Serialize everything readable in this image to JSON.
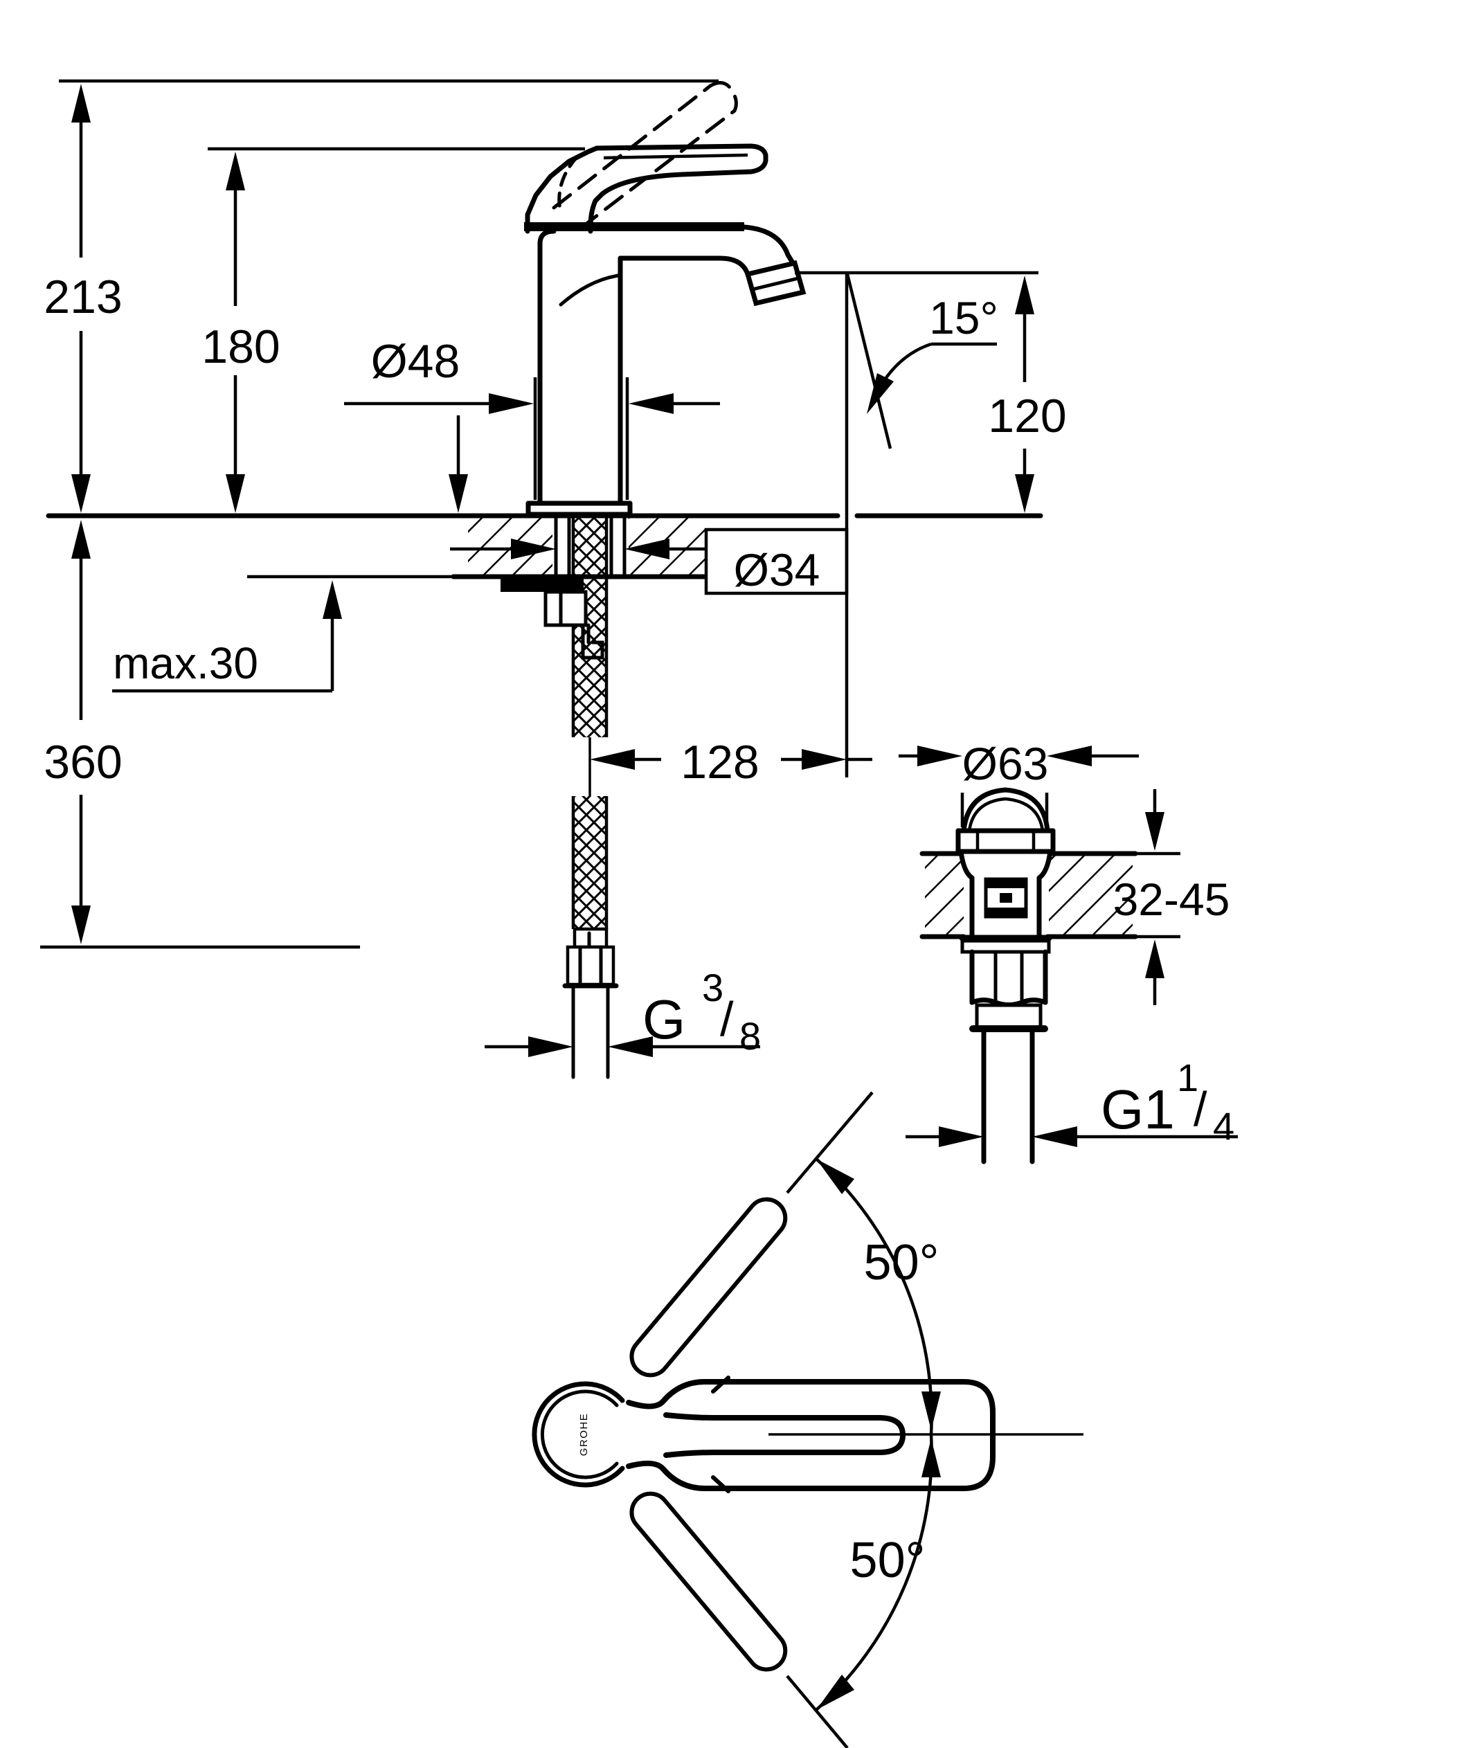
{
  "page": {
    "background": "#ffffff",
    "line_color": "#000000"
  },
  "side_view": {
    "name": "basin-mixer-side-elevation",
    "labels": {
      "overall_height": "213",
      "body_height": "180",
      "below_deck_depth": "360",
      "body_diameter": "Ø48",
      "spout_angle": "15°",
      "spout_height": "120",
      "hole_diameter": "Ø34",
      "max_deck_thickness": "max.30",
      "spout_reach": "128",
      "supply_thread_prefix": "G",
      "supply_thread_numerator": "3",
      "supply_thread_divider": "/",
      "supply_thread_denominator": "8"
    }
  },
  "waste_view": {
    "name": "pop-up-waste-section",
    "labels": {
      "cap_diameter": "Ø63",
      "deck_thickness_range": "32-45",
      "waste_thread_prefix": "G1",
      "waste_thread_numerator": "1",
      "waste_thread_divider": "/",
      "waste_thread_denominator": "4"
    }
  },
  "plan_view": {
    "name": "handle-swing-plan",
    "labels": {
      "swing_angle_up": "50°",
      "swing_angle_down": "50°",
      "brand_mark": "GROHE"
    }
  }
}
